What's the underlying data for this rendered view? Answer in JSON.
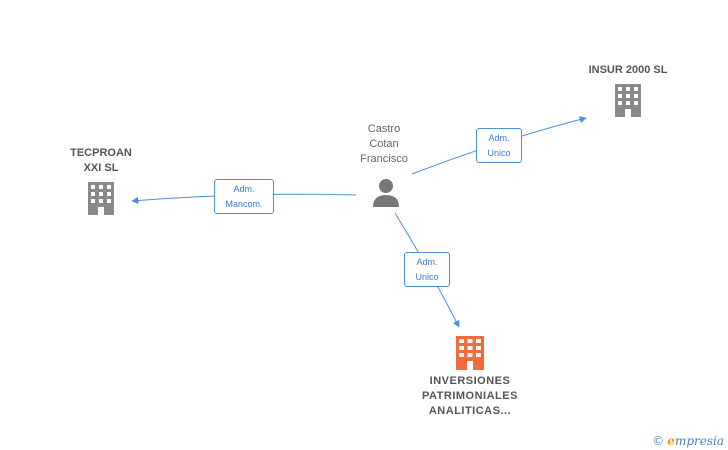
{
  "nodes": {
    "person": {
      "name": "Castro\nCotan\nFrancisco",
      "type": "person"
    },
    "insur": {
      "name": "INSUR 2000 SL",
      "type": "company"
    },
    "tecproan": {
      "name": "TECPROAN\nXXI  SL",
      "type": "company"
    },
    "inversiones": {
      "name": "INVERSIONES\nPATRIMONIALES\nANALITICAS...",
      "type": "company",
      "highlighted": true
    }
  },
  "edges": {
    "to_insur": {
      "role_line1": "Adm.",
      "role_line2": "Unico"
    },
    "to_tecproan": {
      "role_line1": "Adm.",
      "role_line2": "Mancom."
    },
    "to_inversiones": {
      "role_line1": "Adm.",
      "role_line2": "Unico"
    }
  },
  "colors": {
    "edge": "#4a8fd8",
    "building": "#8a8a8a",
    "building_highlight": "#f26b3a",
    "person": "#777777"
  },
  "icons": {
    "person": "person-icon",
    "company": "building-icon"
  },
  "watermark": {
    "copyright": "©",
    "brand_initial": "e",
    "brand_rest": "mpresia"
  }
}
